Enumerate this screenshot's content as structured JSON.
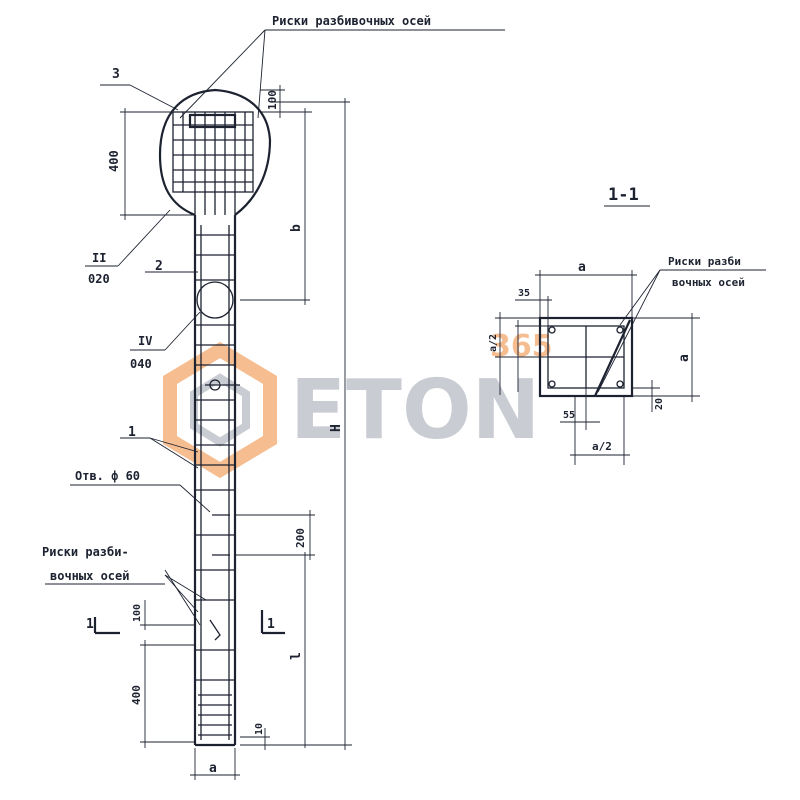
{
  "labels": {
    "main_title": "Риски разбивочных осей",
    "section_title": "1-1",
    "section_callout_line1": "Риски разби",
    "section_callout_line2": "вочных осей",
    "lower_callout_line1": "Риски разби-",
    "lower_callout_line2": "вочных осей",
    "hole_label": "Отв. ф 60",
    "pos_3": "3",
    "pos_2": "2",
    "pos_1": "1",
    "node_II_top": "II",
    "node_II_bottom": "020",
    "node_IV_top": "IV",
    "node_IV_bottom": "040",
    "cut_left": "1",
    "cut_right": "1"
  },
  "dimensions": {
    "top_100": "100",
    "head_400": "400",
    "b": "b",
    "H": "H",
    "d200": "200",
    "l": "l",
    "bot_100": "100",
    "bot_400": "400",
    "bot_10": "10",
    "width_a": "a",
    "sec_a_top": "a",
    "sec_35": "35",
    "sec_a_right": "a",
    "sec_a2": "a/2",
    "sec_55": "55",
    "sec_a2_bottom": "a/2",
    "sec_20": "20"
  },
  "watermark": {
    "text": "ETON",
    "sub": "365",
    "color": "#f2a86b",
    "gray": "#b8bcc4"
  },
  "colors": {
    "ink": "#1c2230",
    "paper": "#ffffff"
  }
}
